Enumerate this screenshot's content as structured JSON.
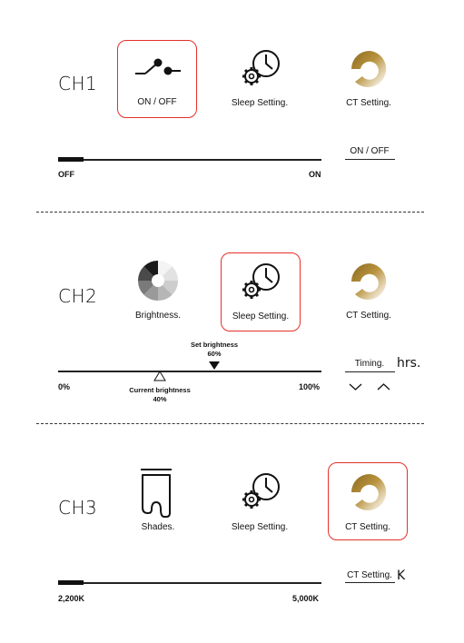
{
  "ch1": {
    "label": "CH1",
    "buttons": [
      {
        "label": "ON / OFF",
        "icon": "switch-icon",
        "selected": true
      },
      {
        "label": "Sleep Setting.",
        "icon": "clock-gear-icon",
        "selected": false
      },
      {
        "label": "CT Setting.",
        "icon": "color-temperature-ring-icon",
        "selected": false
      }
    ],
    "slider": {
      "min_label": "OFF",
      "max_label": "ON",
      "value_fraction": 0.1
    },
    "side": {
      "label": "ON / OFF"
    }
  },
  "ch2": {
    "label": "CH2",
    "buttons": [
      {
        "label": "Brightness.",
        "icon": "brightness-wheel-icon",
        "selected": false
      },
      {
        "label": "Sleep Setting.",
        "icon": "clock-gear-icon",
        "selected": true
      },
      {
        "label": "CT Setting.",
        "icon": "color-temperature-ring-icon",
        "selected": false
      }
    ],
    "slider": {
      "min_label": "0%",
      "max_label": "100%",
      "set_label": "Set brightness",
      "set_value": "60%",
      "current_label": "Current brightness",
      "current_value": "40%"
    },
    "side": {
      "label": "Timing.",
      "unit": "hrs.",
      "down_icon": "chevron-down-icon",
      "up_icon": "chevron-up-icon"
    }
  },
  "ch3": {
    "label": "CH3",
    "buttons": [
      {
        "label": "Shades.",
        "icon": "shades-icon",
        "selected": false
      },
      {
        "label": "Sleep Setting.",
        "icon": "clock-gear-icon",
        "selected": false
      },
      {
        "label": "CT Setting.",
        "icon": "color-temperature-ring-icon",
        "selected": true
      }
    ],
    "slider": {
      "min_label": "2,200K",
      "max_label": "5,000K",
      "value_fraction": 0.1
    },
    "side": {
      "label": "CT Setting.",
      "unit": "K"
    }
  },
  "colors": {
    "selection_border": "#e4302a",
    "gold": "#a07a2a"
  }
}
